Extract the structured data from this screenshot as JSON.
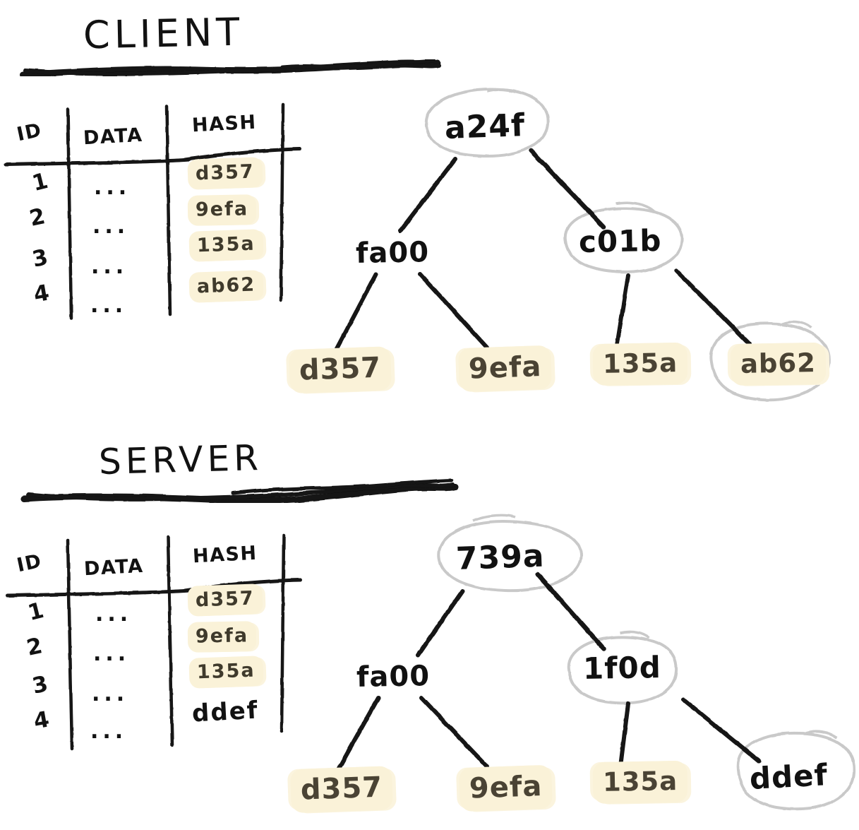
{
  "meta": {
    "style": "hand-drawn whiteboard sketch",
    "ink_color": "#121212",
    "circle_color": "#c9c9c9",
    "highlight_color": "#faf2d8",
    "highlight_text_color": "#3f3a2c",
    "background": "#ffffff"
  },
  "sections": [
    {
      "id": "client",
      "title": "CLIENT",
      "table": {
        "columns": [
          "ID",
          "DATA",
          "HASH"
        ],
        "rows": [
          {
            "id": "1",
            "data": "...",
            "hash": "d357",
            "highlighted": true
          },
          {
            "id": "2",
            "data": "...",
            "hash": "9efa",
            "highlighted": true
          },
          {
            "id": "3",
            "data": "...",
            "hash": "135a",
            "highlighted": true
          },
          {
            "id": "4",
            "data": "...",
            "hash": "ab62",
            "highlighted": true
          }
        ]
      },
      "tree": {
        "root": {
          "label": "a24f",
          "circled": true,
          "highlighted": false
        },
        "internal": [
          {
            "label": "fa00",
            "circled": false,
            "highlighted": false
          },
          {
            "label": "c01b",
            "circled": true,
            "highlighted": false
          }
        ],
        "leaves": [
          {
            "label": "d357",
            "circled": false,
            "highlighted": true
          },
          {
            "label": "9efa",
            "circled": false,
            "highlighted": true
          },
          {
            "label": "135a",
            "circled": false,
            "highlighted": true
          },
          {
            "label": "ab62",
            "circled": true,
            "highlighted": true
          }
        ]
      }
    },
    {
      "id": "server",
      "title": "SERVER",
      "table": {
        "columns": [
          "ID",
          "DATA",
          "HASH"
        ],
        "rows": [
          {
            "id": "1",
            "data": "...",
            "hash": "d357",
            "highlighted": true
          },
          {
            "id": "2",
            "data": "...",
            "hash": "9efa",
            "highlighted": true
          },
          {
            "id": "3",
            "data": "...",
            "hash": "135a",
            "highlighted": true
          },
          {
            "id": "4",
            "data": "...",
            "hash": "ddef",
            "highlighted": false
          }
        ]
      },
      "tree": {
        "root": {
          "label": "739a",
          "circled": true,
          "highlighted": false
        },
        "internal": [
          {
            "label": "fa00",
            "circled": false,
            "highlighted": false
          },
          {
            "label": "1f0d",
            "circled": true,
            "highlighted": false
          }
        ],
        "leaves": [
          {
            "label": "d357",
            "circled": false,
            "highlighted": true
          },
          {
            "label": "9efa",
            "circled": false,
            "highlighted": true
          },
          {
            "label": "135a",
            "circled": false,
            "highlighted": true
          },
          {
            "label": "ddef",
            "circled": true,
            "highlighted": false
          }
        ]
      }
    }
  ]
}
